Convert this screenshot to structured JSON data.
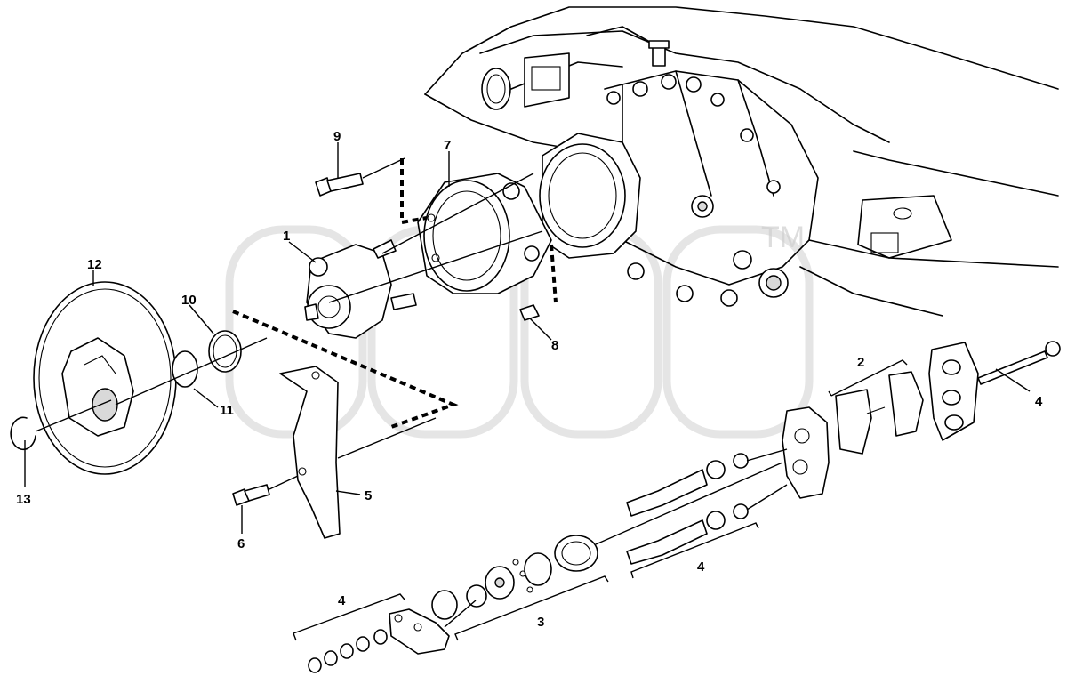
{
  "diagram": {
    "watermark": "TM",
    "corner_code": "",
    "callouts": [
      {
        "id": "c1",
        "label": "1"
      },
      {
        "id": "c2",
        "label": "2"
      },
      {
        "id": "c3",
        "label": "3"
      },
      {
        "id": "c4a",
        "label": "4"
      },
      {
        "id": "c4b",
        "label": "4"
      },
      {
        "id": "c4c",
        "label": "4"
      },
      {
        "id": "c5",
        "label": "5"
      },
      {
        "id": "c6",
        "label": "6"
      },
      {
        "id": "c7",
        "label": "7"
      },
      {
        "id": "c8",
        "label": "8"
      },
      {
        "id": "c9",
        "label": "9"
      },
      {
        "id": "c10",
        "label": "10"
      },
      {
        "id": "c11",
        "label": "11"
      },
      {
        "id": "c12",
        "label": "12"
      },
      {
        "id": "c13",
        "label": "13"
      }
    ]
  }
}
